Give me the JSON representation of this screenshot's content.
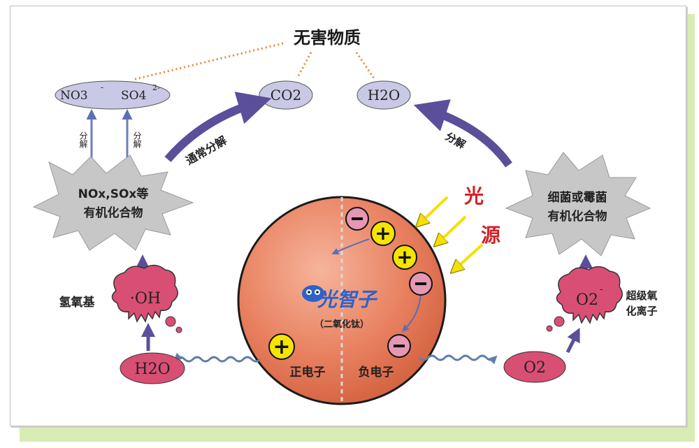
{
  "title": "无害物质",
  "products": {
    "no3": "NO3",
    "no3_charge": "-",
    "so4": "SO4",
    "so4_charge": "2-",
    "co2": "CO2",
    "h2o": "H2O"
  },
  "left_star": {
    "line1": "NOx,SOx等",
    "line2": "有机化合物"
  },
  "right_star": {
    "line1": "细菌或霉菌",
    "line2": "有机化合物"
  },
  "decompose_label": "分解",
  "left_arrow_label": "通常分解",
  "right_arrow_label": "分解",
  "light_source": {
    "char1": "光",
    "char2": "源"
  },
  "brand": {
    "name": "光智子",
    "subtitle": "（二氧化钛）"
  },
  "sphere": {
    "positive_label": "正电子",
    "negative_label": "负电子"
  },
  "hydroxyl": {
    "formula": "·OH",
    "name": "氢氧基"
  },
  "superoxide": {
    "formula": "O2",
    "charge": "-",
    "name_line1": "超级氧",
    "name_line2": "化离子"
  },
  "left_h2o": "H2O",
  "right_o2": "O2",
  "colors": {
    "ellipse_blue": "#c9c9e6",
    "arrow_purple": "#5b4e9a",
    "cloud_pink": "#d94f73",
    "sphere_orange": "#e88264",
    "plus_yellow": "#f5e400",
    "minus_pink": "#e597b4",
    "dotted_orange": "#e08a3c",
    "light_ray_yellow": "#f5e000"
  }
}
